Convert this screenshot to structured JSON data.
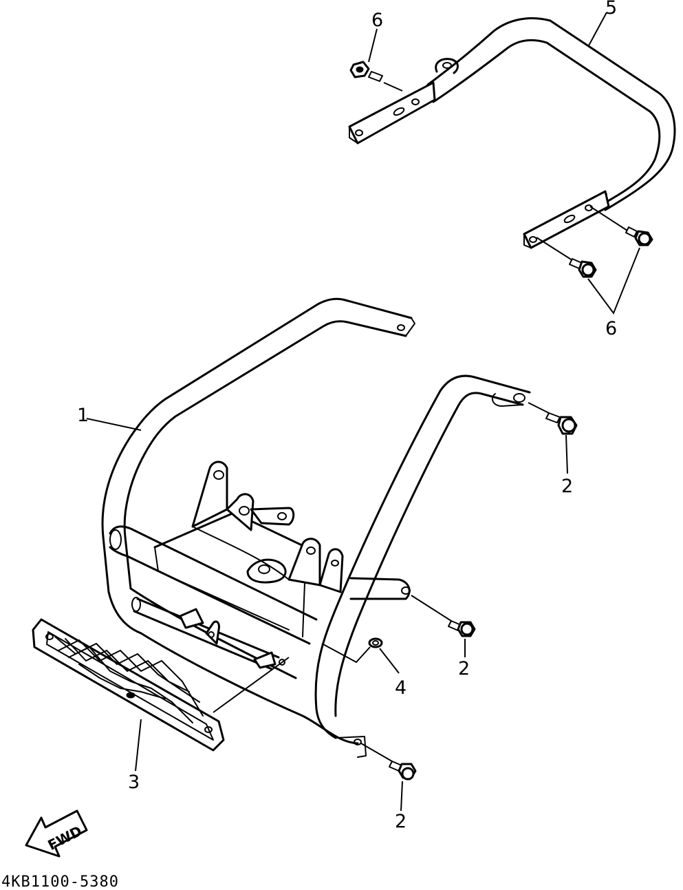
{
  "callouts": {
    "c1": "1",
    "c2a": "2",
    "c2b": "2",
    "c2c": "2",
    "c3": "3",
    "c4": "4",
    "c5": "5",
    "c6a": "6",
    "c6b": "6"
  },
  "fwd_label": "FWD",
  "diagram_code": "4KB1100-5380"
}
